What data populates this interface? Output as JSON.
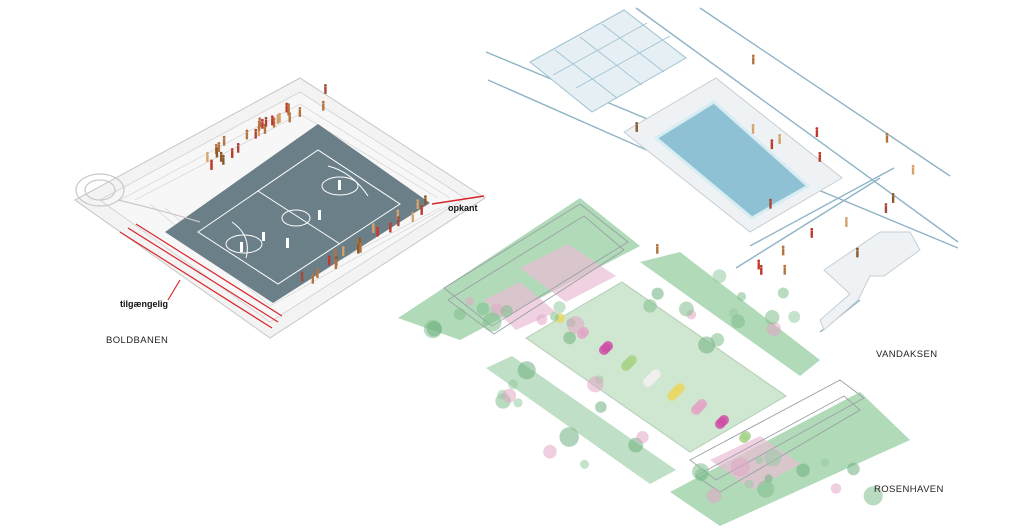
{
  "labels": {
    "boldbanen": "BOLDBANEN",
    "vandaksen": "VANDAKSEN",
    "rosenhaven": "ROSENHAVEN",
    "opkant": "opkant",
    "tilgaengelig": "tilgængelig"
  },
  "colors": {
    "court": "#6b7f89",
    "court_lines": "#ffffff",
    "stand": "#f1f1f1",
    "stand_line": "#c9c9c9",
    "accent_red": "#d8262b",
    "water": "#8fc1d4",
    "water_edge": "#d7ecf3",
    "grid_line": "#8fb4c5",
    "pavilion_glass": "#dbe9f0",
    "garden_lawn": "#cfe6d0",
    "garden_green": "#8cc79a",
    "garden_pink": "#e9bdd6",
    "roses": "#e2a6c7",
    "trellis": "#9aa0a4",
    "people": "#b5733f"
  },
  "icons": {
    "people": "person-figure-icon",
    "trees": "tree-canopy-icon",
    "roses": "rose-bush-icon"
  }
}
